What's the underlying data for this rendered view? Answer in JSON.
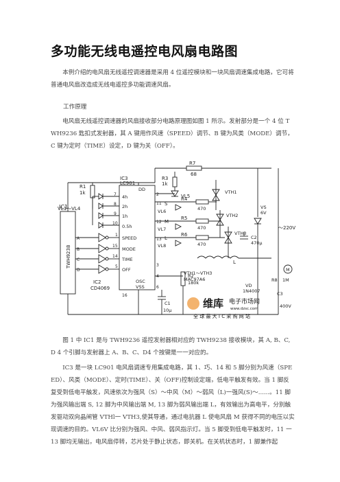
{
  "title": "多功能无线电遥控电风扇电路图",
  "intro": "本例介绍的电风扇无线遥控调速器是采用 4 位遥控模块和一块风扇调速集成电路，它可将普通电风扇改造成无线电遥控多功能调速风扇。",
  "section_heading": "工作原理",
  "principle": "电风扇无线遥控调速器的风扇接收部分电路原理图如图 1 所示。发射部分是一个 4 位 TWH9236 匙扣式发射器，其 A 键用作风速（SPEED）调节、B 键为风类（MODE）调节，C 键为定时（TIME）设定，D 键为关（OFF）。",
  "figure_caption": "图 1 中 IC1 是与 TWH9236 遥控发射器相对应的 TWH9238 接收模块，其 A, B、C, D 4 个引脚与发射器上 A、B、C、D4 个按键是一一对应的。",
  "ic3_text": "IC3 是一块 LC901 电风扇调速专用集成电路，其 1、巧、14 和 5 脚分别为风速（SPEED）、风类（MODE）、定时(TIME）、关（OFF)控制设定端，低电平触发有效。当 1 脚反复受到低电平触发，风速依次为强风（S）～中风（M）～弱风（L)一强风(S)～......。11 脚为强风输出端 S, 12 脚为中风输出端 M, 13 脚为弱风输出端 L，有效输出为高电平，分别触发驱动双向晶闸管 VTHl一 VTH3,使其导通，通过电抗器 L 使电风扇 M 获得不同的电压以实现调速的目的。VL6V 比分别为强风、中风、弱风指示灯。当 5 脚受到低电平触发时，11 一 13 脚均无输出，电风扇停转，芯片处于静止状态，即关机。在关机状态时，1 脚兼作起",
  "schematic": {
    "labels": {
      "ic1": "IC1",
      "twh": "TWH9238",
      "pa": "A",
      "pb": "B",
      "pc": "C",
      "pd": "D",
      "r1": "R1",
      "r1v": "1k",
      "vl14": "VL1～VL4",
      "ic3": "IC3",
      "lc901": "LC901",
      "dd": "DD",
      "p4h": "4h",
      "p2h": "2h",
      "p1h": "1h",
      "p05h": "0.5h",
      "speed": "SPEED",
      "mode": "MODE",
      "time": "TIME",
      "off": "OFF",
      "osc": "OSC",
      "vss": "VSS",
      "ic2": "IC2",
      "cd4069": "CD4069",
      "vl5": "VL5",
      "s": "S",
      "m": "M",
      "l": "L",
      "vl6": "VL6",
      "vl7": "VL7",
      "vl8": "VL8",
      "r3": "R3",
      "r3v": "1k",
      "r4": "R4",
      "r5": "R5",
      "r6": "R6",
      "r470a": "470",
      "r470b": "470",
      "r470c": "470",
      "r7": "R7",
      "r7v": "68",
      "vth1": "VTH1",
      "vth2": "VTH2",
      "vth3": "VTH3",
      "vthnote": "VTH1～VTH3",
      "mac": "MAC97A6",
      "c1": "C1",
      "c1v": "10μ",
      "c2": "C2",
      "c2v": "470μ",
      "r2": "R2",
      "r2v": "180k",
      "vs": "VS",
      "vsv": "6V",
      "ac": "～220V",
      "r8": "R8",
      "r8v": "1M",
      "vd": "VD",
      "vdv": "1N4007",
      "c3": "C3",
      "c3v": "400V",
      "motor": "M",
      "lcoil": "L",
      "n7": "7",
      "n8": "8",
      "n9": "9",
      "n10": "10",
      "n11": "11",
      "n12": "12",
      "n13": "13",
      "n14": "14",
      "n15": "15",
      "n1": "1",
      "n2": "2",
      "n3": "3",
      "n4": "4",
      "n5": "5",
      "n6": "6",
      "n16": "16"
    },
    "watermark": {
      "brand": "维库",
      "brand2": "电子市场网",
      "url": "www.dzsc.com",
      "slogan": "全 球 最 大 I C 采 购 网 站"
    }
  }
}
